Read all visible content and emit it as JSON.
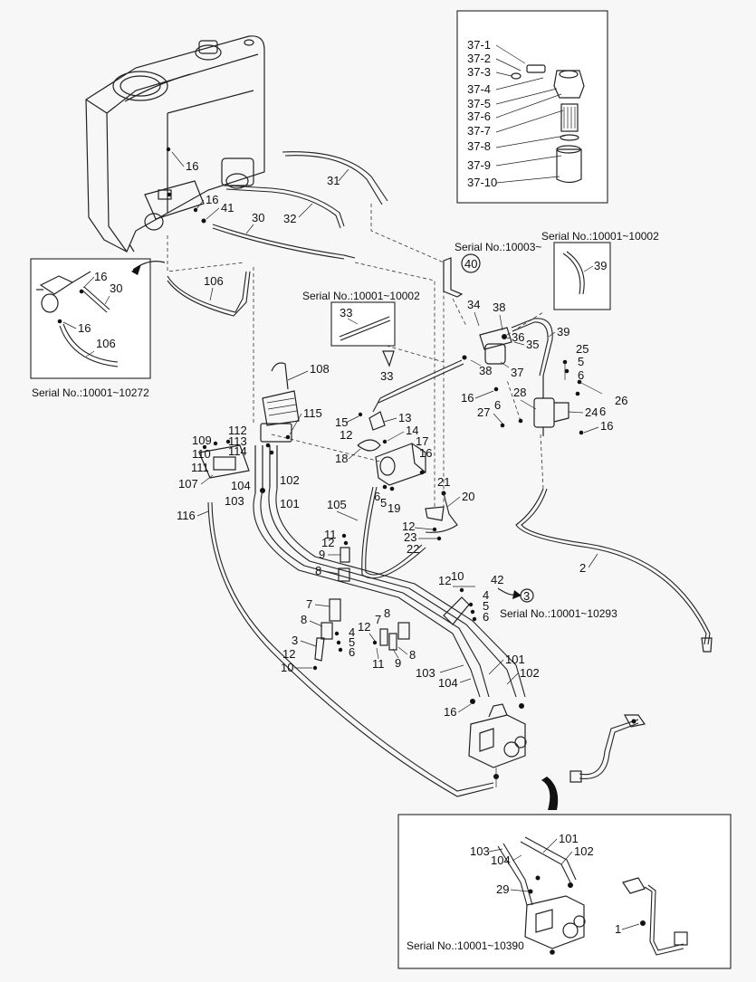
{
  "serial_labels": {
    "s10003": "Serial No.:10003~",
    "s10001_10002_a": "Serial No.:10001~10002",
    "s10001_10002_b": "Serial No.:10001~10002",
    "s10001_10272": "Serial No.:10001~10272",
    "s10001_10293": "Serial No.:10001~10293",
    "s10001_10390": "Serial No.:10001~10390"
  },
  "filter_box_labels": [
    "37-1",
    "37-2",
    "37-3",
    "37-4",
    "37-5",
    "37-6",
    "37-7",
    "37-8",
    "37-9",
    "37-10"
  ],
  "left_box_labels": {
    "l16a": "16",
    "l30": "30",
    "l16b": "16",
    "l106": "106"
  },
  "callouts": {
    "c16_tank": "16",
    "c16_tank2": "16",
    "c41": "41",
    "c30": "30",
    "c31": "31",
    "c32": "32",
    "c106": "106",
    "c40": "40",
    "c39_box": "39",
    "c33_box": "33",
    "c34": "34",
    "c38a": "38",
    "c36": "36",
    "c35": "35",
    "c39": "39",
    "c38b": "38",
    "c37": "37",
    "c33": "33",
    "c108": "108",
    "c115": "115",
    "c15": "15",
    "c12_pump": "12",
    "c13": "13",
    "c14": "14",
    "c17": "17",
    "c16_pump": "16",
    "c18": "18",
    "c6_pump": "6",
    "c5_pump": "5",
    "c19": "19",
    "c21": "21",
    "c20": "20",
    "c105": "105",
    "c12_b": "12",
    "c23": "23",
    "c22": "22",
    "c25": "25",
    "c5_r": "5",
    "c6_r1": "6",
    "c6_r2": "6",
    "c26": "26",
    "c28": "28",
    "c16_r": "16",
    "c27": "27",
    "c6_r3": "6",
    "c24": "24",
    "c16_r2": "16",
    "c109": "109",
    "c112": "112",
    "c110": "110",
    "c113": "113",
    "c114": "114",
    "c111": "111",
    "c107": "107",
    "c104": "104",
    "c102": "102",
    "c103": "103",
    "c101": "101",
    "c116": "116",
    "c11_a": "11",
    "c12_c": "12",
    "c9_a": "9",
    "c8_a": "8",
    "c7_a": "7",
    "c8_b": "8",
    "c4": "4",
    "c5_m": "5",
    "c6_m": "6",
    "c3": "3",
    "c12_d": "12",
    "c10_a": "10",
    "c12_e": "12",
    "c11_b": "11",
    "c7_b": "7",
    "c8_c": "8",
    "c8_d": "8",
    "c9_b": "9",
    "c12_f": "12",
    "c10_b": "10",
    "c42": "42",
    "c3_circle": "3",
    "c4_r": "4",
    "c5_r2": "5",
    "c6_r4": "6",
    "c2": "2",
    "c101_b": "101",
    "c102_b": "102",
    "c103_b": "103",
    "c104_b": "104",
    "c16_b": "16"
  },
  "inset_bottom_labels": {
    "b103": "103",
    "b104": "104",
    "b101": "101",
    "b102": "102",
    "b29": "29",
    "b1": "1"
  }
}
